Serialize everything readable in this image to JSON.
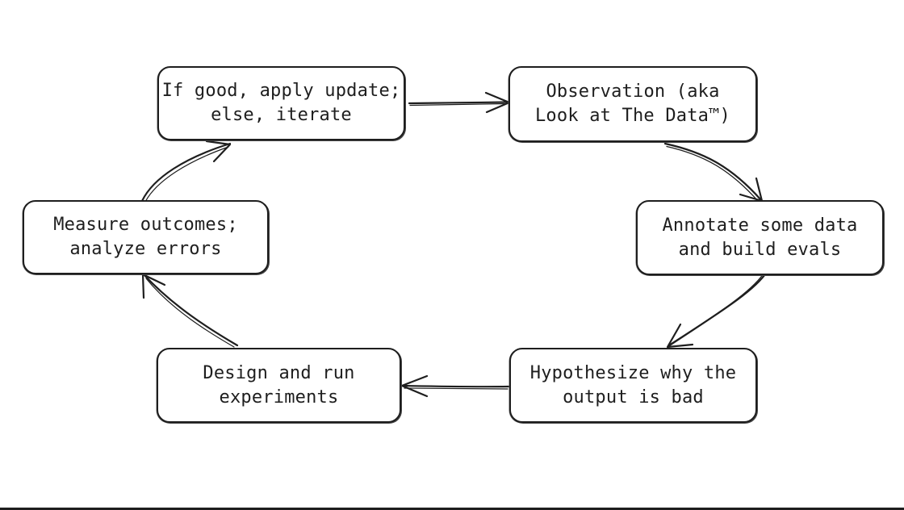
{
  "diagram": {
    "nodes": {
      "apply": {
        "lines": [
          "If good, apply update;",
          "else, iterate"
        ]
      },
      "observe": {
        "lines": [
          "Observation (aka",
          "Look at The Data™)"
        ]
      },
      "annotate": {
        "lines": [
          "Annotate some data",
          "and build evals"
        ]
      },
      "hypothesize": {
        "lines": [
          "Hypothesize why the",
          "output is bad"
        ]
      },
      "design": {
        "lines": [
          "Design and run",
          "experiments"
        ]
      },
      "measure": {
        "lines": [
          "Measure outcomes;",
          "analyze errors"
        ]
      }
    },
    "edges": [
      {
        "from": "apply",
        "to": "observe"
      },
      {
        "from": "observe",
        "to": "annotate"
      },
      {
        "from": "annotate",
        "to": "hypothesize"
      },
      {
        "from": "hypothesize",
        "to": "design"
      },
      {
        "from": "design",
        "to": "measure"
      },
      {
        "from": "measure",
        "to": "apply"
      }
    ]
  }
}
